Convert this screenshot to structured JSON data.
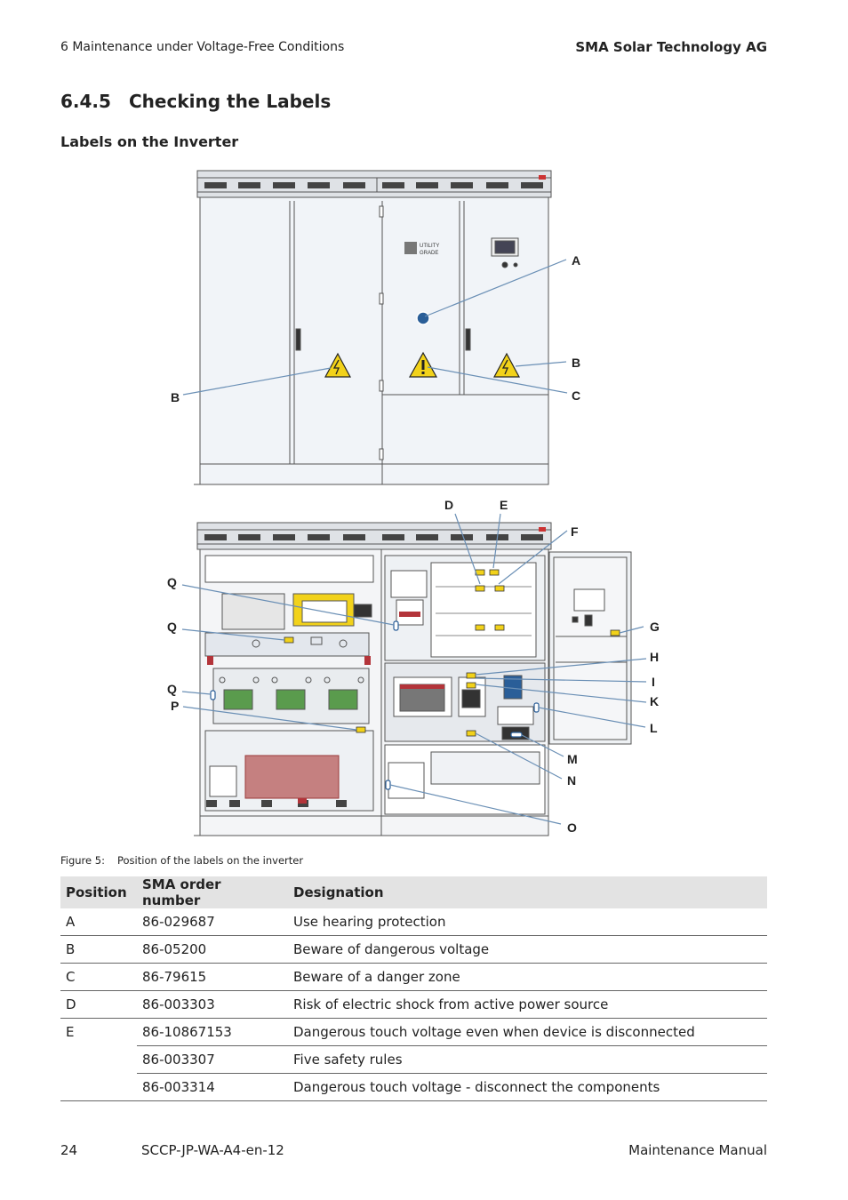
{
  "header": {
    "left": "6  Maintenance under Voltage-Free Conditions",
    "right": "SMA Solar Technology AG"
  },
  "section": {
    "number": "6.4.5",
    "title": "Checking the Labels"
  },
  "subsection": "Labels on the Inverter",
  "figure": {
    "caption_label": "Figure 5:",
    "caption_text": "Position of the labels on the inverter",
    "badge_text_1": "UTILITY",
    "badge_text_2": "GRADE",
    "callouts_top": [
      "A",
      "B",
      "B",
      "C"
    ],
    "callouts_bottom": [
      "D",
      "E",
      "F",
      "Q",
      "Q",
      "Q",
      "P",
      "G",
      "H",
      "I",
      "K",
      "L",
      "M",
      "N",
      "O"
    ]
  },
  "table": {
    "headers": [
      "Position",
      "SMA order number",
      "Designation"
    ],
    "rows": [
      [
        "A",
        "86-029687",
        "Use hearing protection"
      ],
      [
        "B",
        "86-05200",
        "Beware of dangerous voltage"
      ],
      [
        "C",
        "86-79615",
        "Beware of a danger zone"
      ],
      [
        "D",
        "86-003303",
        "Risk of electric shock from active power source"
      ],
      [
        "E",
        "86-10867153",
        "Dangerous touch voltage even when device is disconnected"
      ],
      [
        "",
        "86-003307",
        "Five safety rules"
      ],
      [
        "",
        "86-003314",
        "Dangerous touch voltage - disconnect the components"
      ]
    ]
  },
  "footer": {
    "page": "24",
    "doc": "SCCP-JP-WA-A4-en-12",
    "title": "Maintenance Manual"
  },
  "colors": {
    "cabinet": "#f1f4f8",
    "line": "#555555",
    "callout": "#6a8fb5",
    "warning": "#f2d21a",
    "module": "#5a9b4d",
    "busbar": "#b3343a"
  }
}
